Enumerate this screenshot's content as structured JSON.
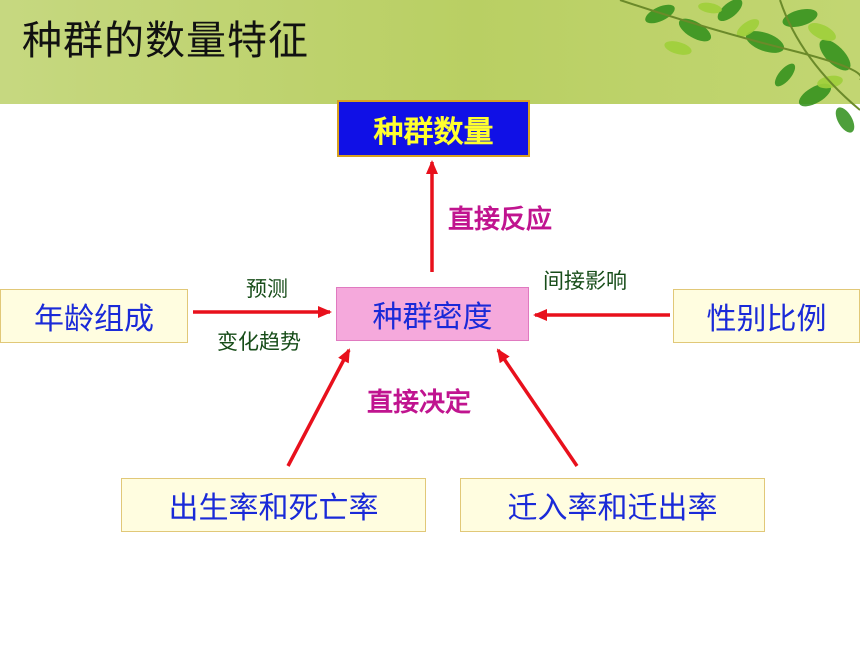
{
  "title": "种群的数量特征",
  "nodes": {
    "population_size": "种群数量",
    "population_density": "种群密度",
    "age_structure": "年龄组成",
    "sex_ratio": "性别比例",
    "birth_death": "出生率和死亡率",
    "migration": "迁入率和迁出率"
  },
  "labels": {
    "direct_reflect": "直接反应",
    "predict": "预测",
    "trend": "变化趋势",
    "indirect": "间接影响",
    "direct_decide": "直接决定"
  },
  "colors": {
    "arrow": "#e8101c",
    "header_band": "#bcd266",
    "node_text": "#1a2ad8",
    "label_pink": "#c0148f",
    "label_green": "#174d19"
  }
}
